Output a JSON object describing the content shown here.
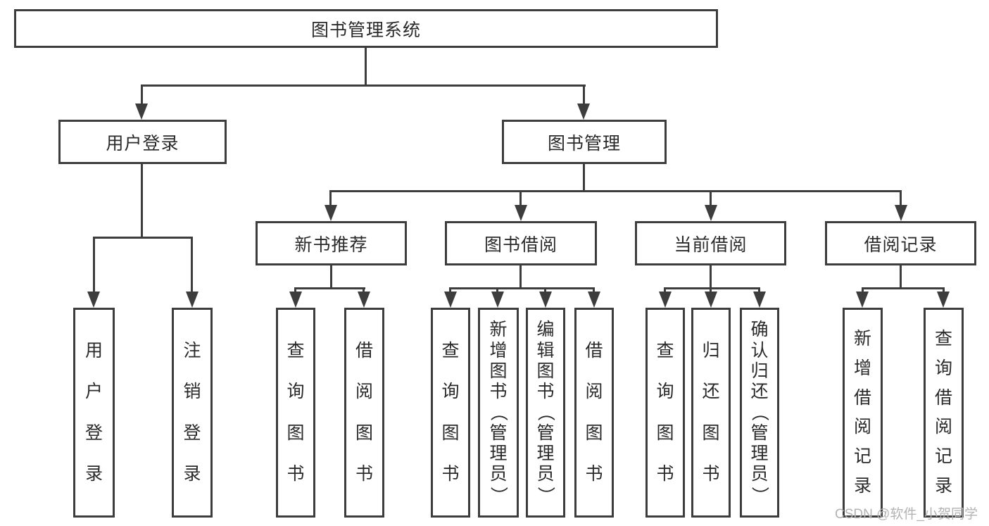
{
  "diagram": {
    "root": {
      "label": "图书管理系统"
    },
    "branches": {
      "user": {
        "label": "用户登录",
        "children": [
          {
            "label": "用户登录"
          },
          {
            "label": "注销登录"
          }
        ]
      },
      "book": {
        "label": "图书管理",
        "children": [
          {
            "label": "新书推荐",
            "children": [
              {
                "label": "查询图书"
              },
              {
                "label": "借阅图书"
              }
            ]
          },
          {
            "label": "图书借阅",
            "children": [
              {
                "label": "查询图书"
              },
              {
                "label": "新增图书（管理员）"
              },
              {
                "label": "编辑图书（管理员）"
              },
              {
                "label": "借阅图书"
              }
            ]
          },
          {
            "label": "当前借阅",
            "children": [
              {
                "label": "查询图书"
              },
              {
                "label": "归还图书"
              },
              {
                "label": "确认归还（管理员）"
              }
            ]
          },
          {
            "label": "借阅记录",
            "children": [
              {
                "label": "新增借阅记录"
              },
              {
                "label": "查询借阅记录"
              }
            ]
          }
        ]
      }
    },
    "watermark": "CSDN @软件_小贺同学",
    "colors": {
      "line": "#3d3d3d",
      "text": "#2a2a2a",
      "background": "#ffffff",
      "watermark": "#b3b3b3"
    }
  }
}
